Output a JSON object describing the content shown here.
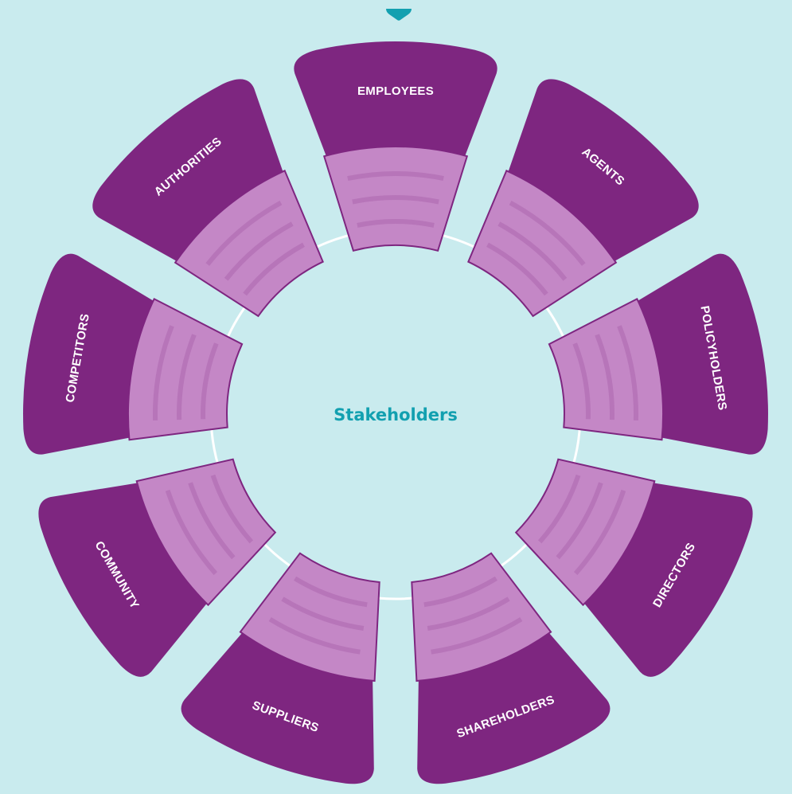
{
  "diagram": {
    "center_title": "Stakeholders",
    "stakeholders": [
      "EMPLOYEES",
      "AGENTS",
      "POLICYHOLDERS",
      "DIRECTORS",
      "SHAREHOLDERS",
      "SUPPLIERS",
      "COMMUNITY",
      "COMPETITORS",
      "AUTHORITIES"
    ],
    "photo_icons": [
      "call-center-icon",
      "agent-with-tablet-icon",
      "customer-handshake-icon",
      "office-team-icon",
      "video-meeting-icon",
      "parking-lot-cars-icon",
      "street-crowd-icon",
      "warning-triangle-car-icon",
      "traffic-officer-icon"
    ]
  },
  "colors": {
    "background": "#c9ebee",
    "petal": "#7e2680",
    "photo_tint": "#c487c6",
    "accent": "#12a0b0",
    "label": "#ffffff"
  }
}
